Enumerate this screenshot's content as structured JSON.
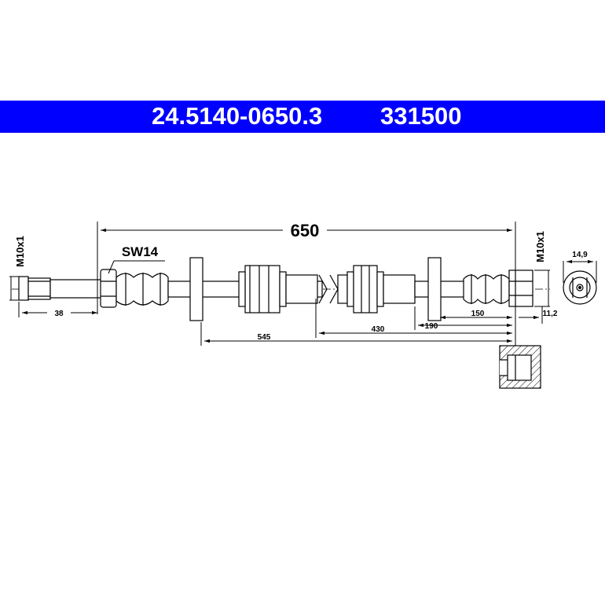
{
  "header": {
    "part_number": "24.5140-0650.3",
    "reference_number": "331500",
    "background_color": "#0000ff",
    "text_color": "#ffffff"
  },
  "drawing": {
    "total_length": "650",
    "wrench_size": "SW14",
    "thread_left": "M10x1",
    "thread_right": "M10x1",
    "dim_38": "38",
    "dim_545": "545",
    "dim_430": "430",
    "dim_190": "190",
    "dim_150": "150",
    "dim_11_2": "11,2",
    "dim_14_9": "14,9"
  }
}
